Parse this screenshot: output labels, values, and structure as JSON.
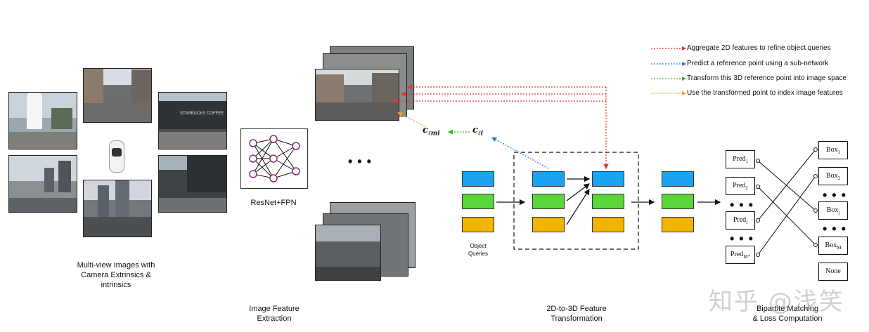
{
  "legend": [
    {
      "text": "Aggregate 2D features to refine object queries",
      "color": "#e03a2a"
    },
    {
      "text": "Predict a reference point using a sub-network",
      "color": "#2a7fc4"
    },
    {
      "text": "Transform this 3D reference point into image space",
      "color": "#3dbb2a"
    },
    {
      "text": "Use the transformed point to index image features",
      "color": "#f0a020"
    }
  ],
  "captions": {
    "multiview_line1": "Multi-view Images with",
    "multiview_line2": "Camera Extrinsics &",
    "multiview_line3": "intrinsics",
    "backbone": "ResNet+FPN",
    "extraction_line1": "Image Feature",
    "extraction_line2": "Extraction",
    "object_queries_line1": "Object",
    "object_queries_line2": "Queries",
    "transform_line1": "2D-to-3D Feature",
    "transform_line2": "Transformation",
    "matching_line1": "Bipartite Matching",
    "matching_line2": "& Loss Computation"
  },
  "math": {
    "c_lmi": "c",
    "c_lmi_sub": "ℓmi",
    "c_li": "c",
    "c_li_sub": "ℓi"
  },
  "ellipsis": "• • •",
  "preds": [
    {
      "base": "Pred",
      "sub": "1"
    },
    {
      "base": "Pred",
      "sub": "2"
    },
    {
      "base": "Pred",
      "sub": "i"
    },
    {
      "base": "Pred",
      "sub": "M*"
    }
  ],
  "boxes": [
    {
      "base": "Box",
      "sub": "1"
    },
    {
      "base": "Box",
      "sub": "2"
    },
    {
      "base": "Box",
      "sub": "j"
    },
    {
      "base": "Box",
      "sub": "M"
    }
  ],
  "none_box": "None",
  "watermark": "知乎 @浅笑",
  "sedan_sign": "STARBUCKS COFFEE"
}
